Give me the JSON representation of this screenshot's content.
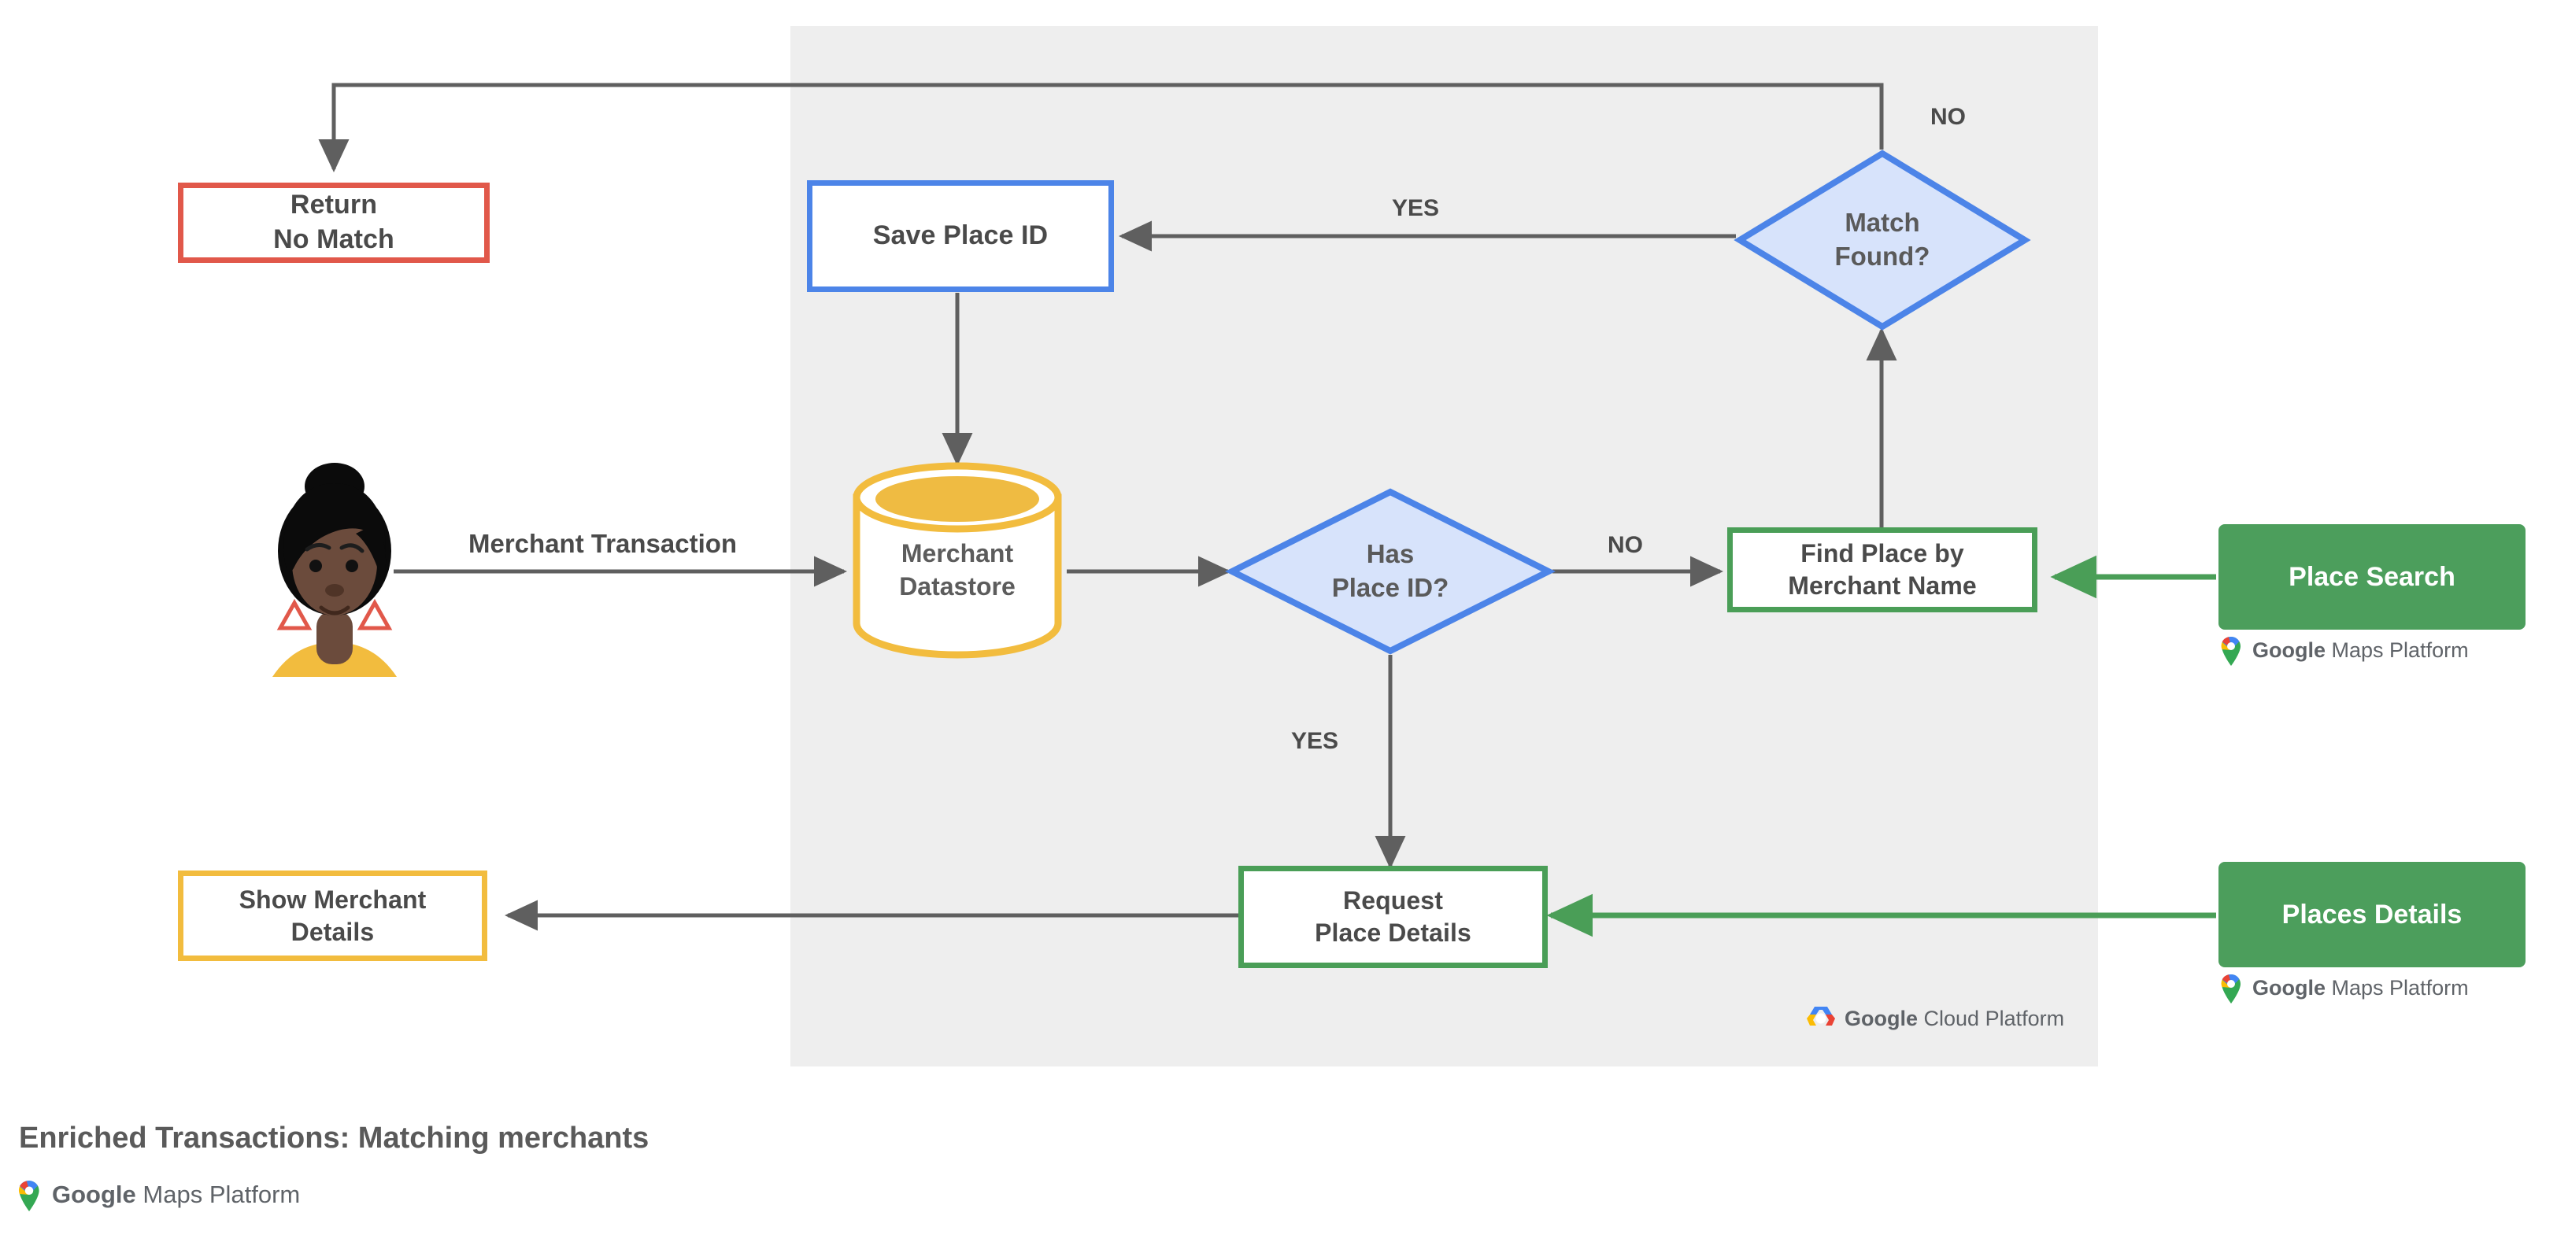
{
  "diagram": {
    "caption": "Enriched Transactions: Matching merchants",
    "panel_label": "google-cloud-platform-region"
  },
  "nodes": {
    "return_no_match": {
      "line1": "Return",
      "line2": "No Match",
      "color": "#e1584a"
    },
    "save_place_id": {
      "line1": "Save Place ID",
      "color": "#4c84e8"
    },
    "merchant_datastore": {
      "line1": "Merchant",
      "line2": "Datastore",
      "color": "#f2bc3e"
    },
    "has_place_id": {
      "line1": "Has",
      "line2": "Place ID?",
      "color": "#4c84e8"
    },
    "match_found": {
      "line1": "Match",
      "line2": "Found?",
      "color": "#4c84e8"
    },
    "find_place": {
      "line1": "Find Place by",
      "line2": "Merchant Name",
      "color": "#4a9e57"
    },
    "request_place_details": {
      "line1": "Request",
      "line2": "Place Details",
      "color": "#4a9e57"
    },
    "show_merchant_details": {
      "line1": "Show Merchant",
      "line2": "Details",
      "color": "#f2bc3e"
    },
    "place_search": {
      "label": "Place Search",
      "color": "#4c9e5c"
    },
    "places_details": {
      "label": "Places Details",
      "color": "#4c9e5c"
    }
  },
  "edge_labels": {
    "merchant_transaction": "Merchant Transaction",
    "match_found_no": "NO",
    "match_found_yes": "YES",
    "has_place_id_no": "NO",
    "has_place_id_yes": "YES"
  },
  "logos": {
    "maps_platform_word1": "Google",
    "maps_platform_word2": "Maps Platform",
    "cloud_platform_word1": "Google",
    "cloud_platform_word2": "Cloud Platform"
  },
  "colors": {
    "panel": "#eeeeee",
    "arrow": "#5f5f5f",
    "green_arrow": "#4a9e57",
    "text": "#4a4a4a",
    "blue_fill": "#d7e3fb",
    "blue_stroke": "#4c84e8",
    "amber": "#f2bc3e",
    "red": "#e1584a",
    "green": "#4a9e57"
  }
}
